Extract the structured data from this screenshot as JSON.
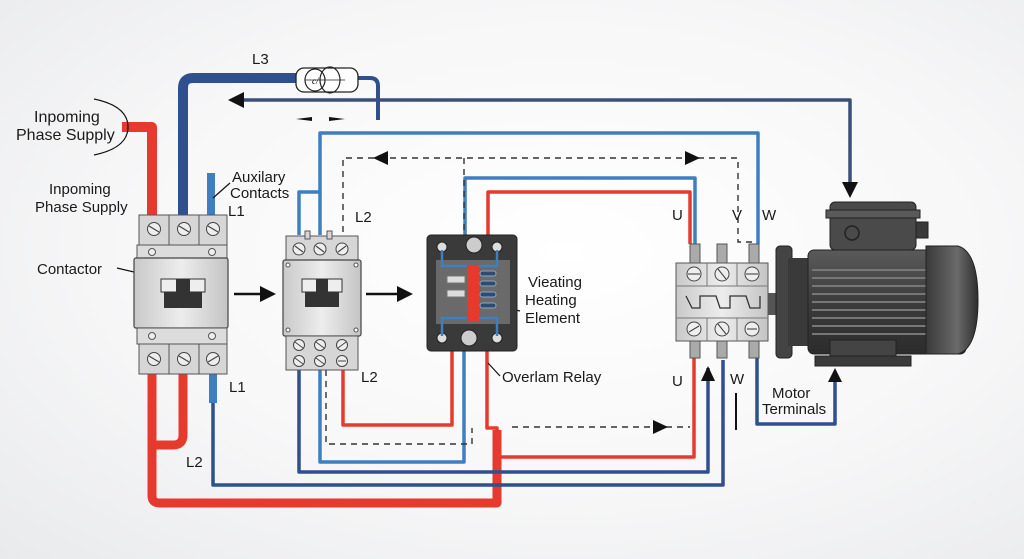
{
  "diagram": {
    "title": "Motor starter wiring: contactor, overload relay and motor",
    "colors": {
      "phase_red": "#e63a2e",
      "phase_dark_blue": "#2f4f8f",
      "phase_light_blue": "#3f7fbf",
      "control_navy": "#3a4f7a",
      "dashed_control": "#333333",
      "device_grey": "#d8d8d8",
      "relay_body": "#3a3a3a",
      "motor_body": "#4a4a4a"
    },
    "labels": {
      "incoming_supply_1": [
        "Inpoming",
        "Phase Supply"
      ],
      "incoming_supply_2": [
        "Inpoming",
        "Phase Supply"
      ],
      "auxiliary_contacts": [
        "Auxilary",
        "Contacts"
      ],
      "contactor": "Contactor",
      "heating_element": [
        "Vieating",
        "Heating",
        "Element"
      ],
      "overload_relay": "Overlam Relay",
      "motor_terminals": [
        "Motor",
        "Terminals"
      ],
      "l3_top": "L3",
      "l1_top": "L1",
      "l1_bottom": "L1",
      "l2_bottom_left": "L2",
      "l2_aux_top": "L2",
      "l2_aux_bottom": "L2",
      "u_top": "U",
      "v_top": "V",
      "w_top": "W",
      "u_bottom": "U",
      "w_bottom": "W",
      "ct_symbol": "c/"
    },
    "components": [
      {
        "id": "main-contactor",
        "type": "contactor",
        "label": "Contactor"
      },
      {
        "id": "auxiliary-contactor",
        "type": "contactor",
        "label": "Auxilary Contacts"
      },
      {
        "id": "overload-relay",
        "type": "relay",
        "label": "Overlam Relay"
      },
      {
        "id": "terminal-block",
        "type": "terminal-block",
        "terminals": [
          "U",
          "V",
          "W"
        ]
      },
      {
        "id": "motor",
        "type": "motor",
        "label": "Motor Terminals"
      },
      {
        "id": "current-transformer",
        "type": "ct",
        "label": "L3"
      }
    ]
  }
}
